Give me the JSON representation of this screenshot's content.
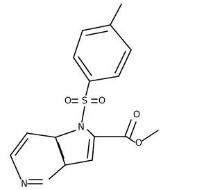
{
  "atoms": {
    "sulfur": "S",
    "oxygen_left": "O",
    "oxygen_right": "O",
    "nitrogen_indole": "N",
    "nitrogen_pyridine": "N",
    "oxygen_carbonyl": "O",
    "oxygen_ester": "O"
  }
}
